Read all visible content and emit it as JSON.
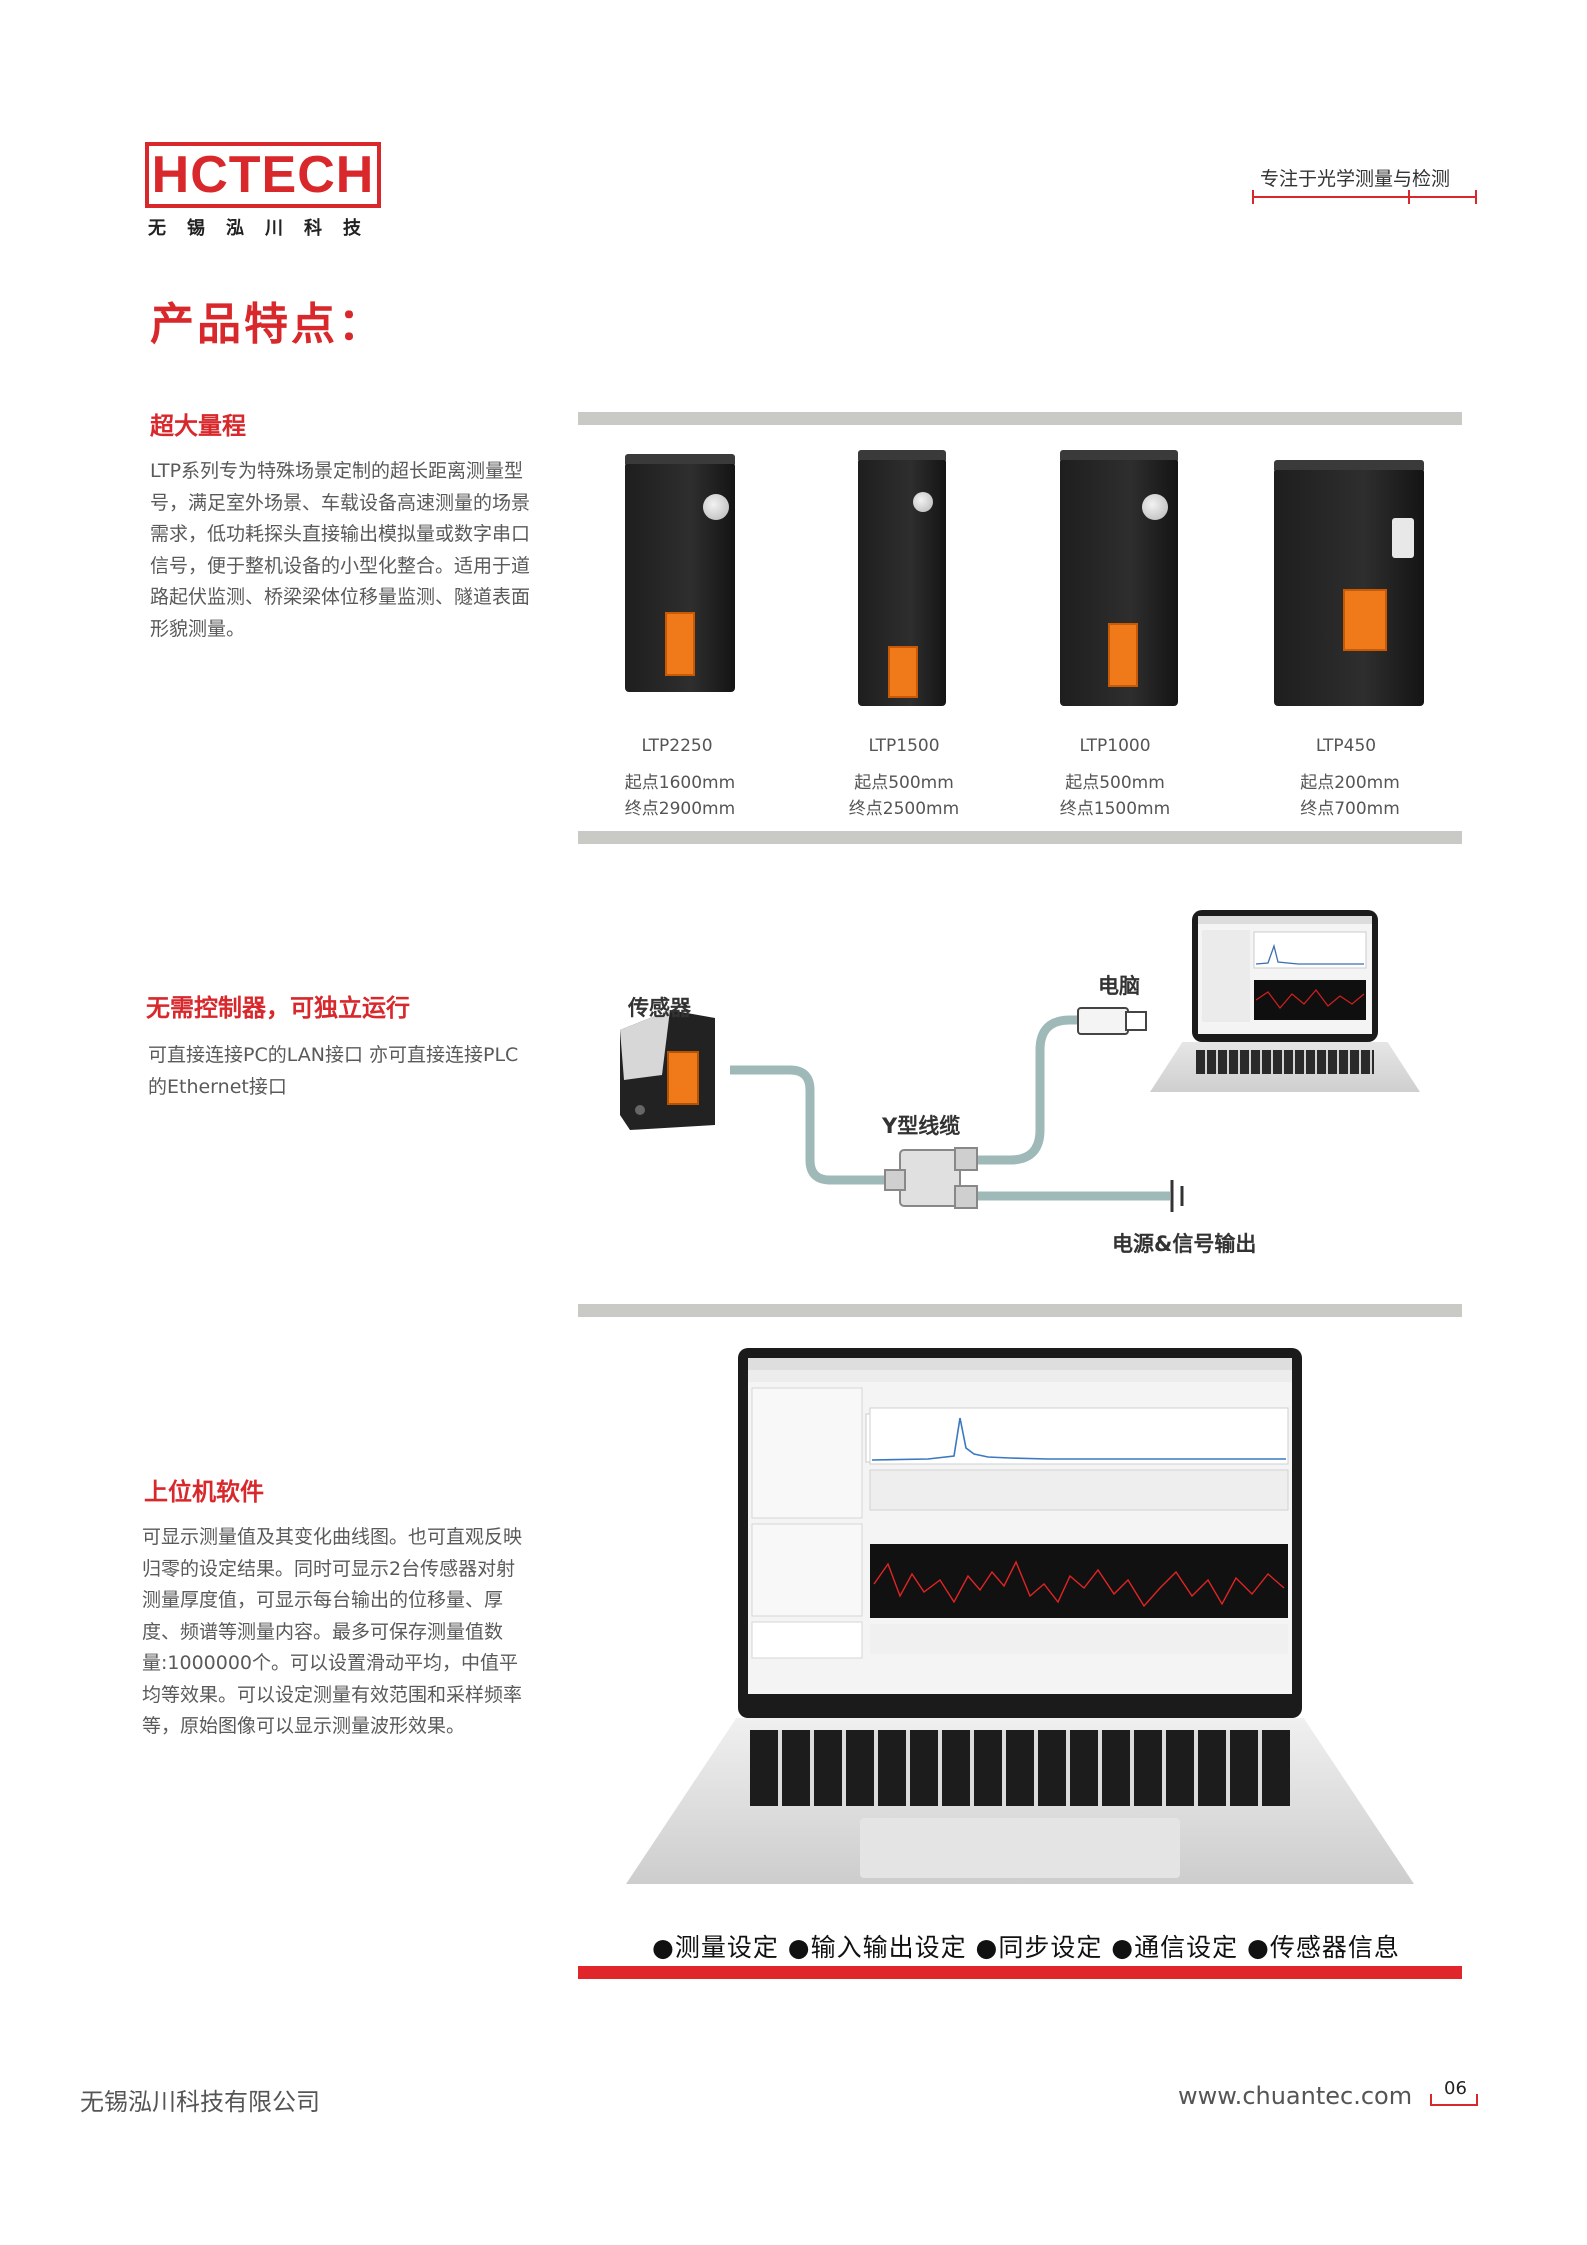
{
  "header": {
    "logo_text": "HCTECH",
    "logo_sub": "无锡泓川科技",
    "tagline": "专注于光学测量与检测"
  },
  "main_title": "产品特点：",
  "sections": {
    "range": {
      "title": "超大量程",
      "body": "LTP系列专为特殊场景定制的超长距离测量型号，满足室外场景、车载设备高速测量的场景需求，低功耗探头直接输出模拟量或数字串口信号，便于整机设备的小型化整合。适用于道路起伏监测、桥梁梁体位移量监测、隧道表面形貌测量。"
    },
    "standalone": {
      "title": "无需控制器，可独立运行",
      "body": "可直接连接PC的LAN接口 亦可直接连接PLC的Ethernet接口"
    },
    "software": {
      "title": "上位机软件",
      "body": "可显示测量值及其变化曲线图。也可直观反映归零的设定结果。同时可显示2台传感器对射测量厚度值，可显示每台输出的位移量、厚度、频谱等测量内容。最多可保存测量值数量:1000000个。可以设置滑动平均，中值平均等效果。可以设定测量有效范围和采样频率等，原始图像可以显示测量波形效果。"
    }
  },
  "products": [
    {
      "name": "LTP2250",
      "start": "起点1600mm",
      "end": "终点2900mm"
    },
    {
      "name": "LTP1500",
      "start": "起点500mm",
      "end": "终点2500mm"
    },
    {
      "name": "LTP1000",
      "start": "起点500mm",
      "end": "终点1500mm"
    },
    {
      "name": "LTP450",
      "start": "起点200mm",
      "end": "终点700mm"
    }
  ],
  "diagram": {
    "sensor": "传感器",
    "computer": "电脑",
    "cable": "Y型线缆",
    "power": "电源&信号输出"
  },
  "features_line": "●测量设定 ●输入输出设定 ●同步设定 ●通信设定 ●传感器信息",
  "footer": {
    "company": "无锡泓川科技有限公司",
    "website": "www.chuantec.com",
    "page": "06"
  },
  "colors": {
    "brand_red": "#d8282c",
    "bar_gray": "#c9c9c6",
    "cable": "#9fb8b8"
  },
  "icons": [
    "hctech-logo",
    "laser-sensor-image",
    "laptop-image",
    "rj45-plug-icon",
    "y-cable-connector-icon",
    "ground-terminal-icon"
  ]
}
